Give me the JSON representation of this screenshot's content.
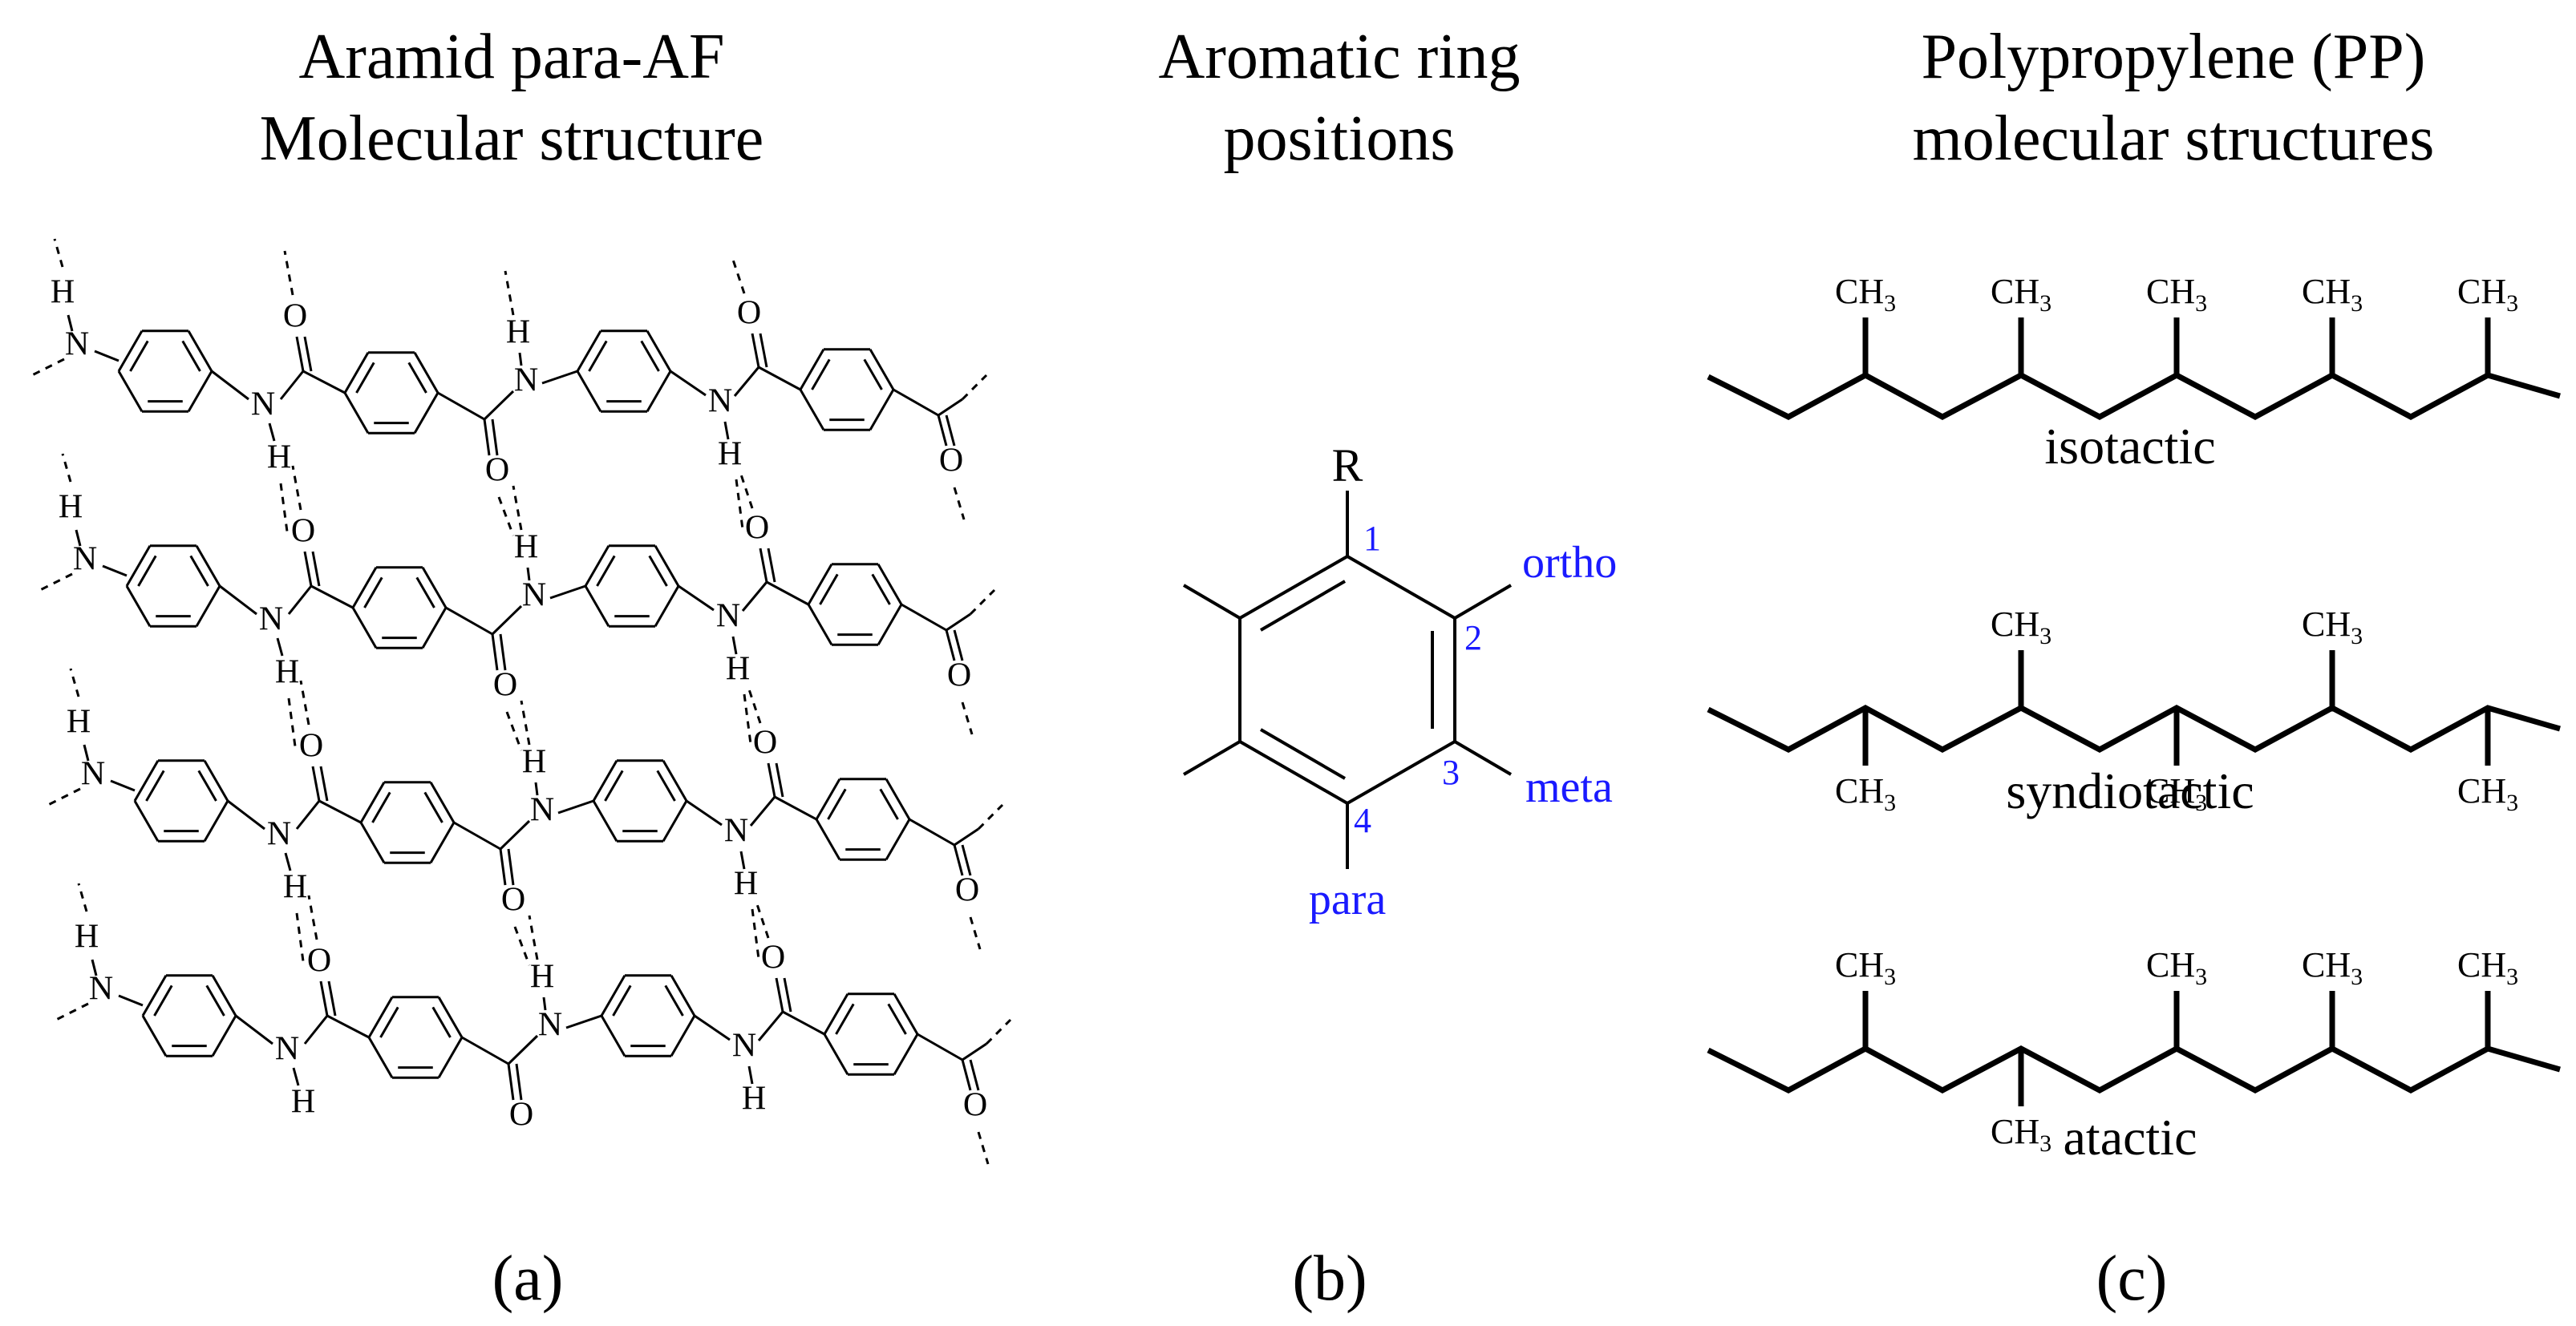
{
  "panel_a": {
    "title_line1": "Aramid para-AF",
    "title_line2": "Molecular structure",
    "caption": "(a)",
    "atoms": {
      "hydrogen": "H",
      "nitrogen": "N",
      "oxygen": "O"
    }
  },
  "panel_b": {
    "title_line1": "Aromatic ring",
    "title_line2": "positions",
    "caption": "(b)",
    "substituent": "R",
    "numbers": [
      "1",
      "2",
      "3",
      "4"
    ],
    "labels": {
      "ortho": "ortho",
      "meta": "meta",
      "para": "para"
    },
    "label_color": "#1a1aff"
  },
  "panel_c": {
    "title_line1": "Polypropylene (PP)",
    "title_line2": "molecular structures",
    "caption": "(c)",
    "methyl_group": "CH",
    "methyl_subscript": "3",
    "structures": [
      {
        "name": "isotactic",
        "methyl_sides": [
          "up",
          "up",
          "up",
          "up",
          "up"
        ]
      },
      {
        "name": "syndiotactic",
        "methyl_sides": [
          "down",
          "up",
          "down",
          "up",
          "down"
        ]
      },
      {
        "name": "atactic",
        "methyl_sides": [
          "up",
          "down",
          "up",
          "up",
          "up"
        ]
      }
    ]
  }
}
